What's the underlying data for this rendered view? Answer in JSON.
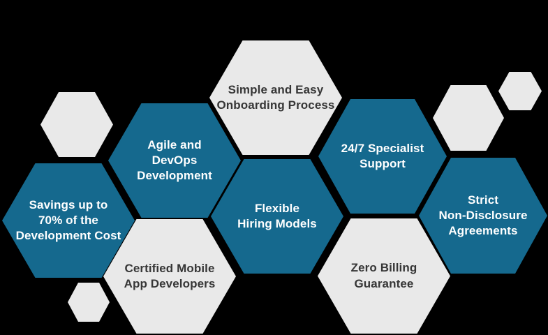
{
  "canvas": {
    "background": "#000000"
  },
  "colors": {
    "teal": "#15698e",
    "light": "#e9e9e9",
    "text_on_teal": "#ffffff",
    "text_on_light": "#363636"
  },
  "hexagons": [
    {
      "id": "savings",
      "variant": "teal",
      "label": "Savings up to\n70% of the\nDevelopment Cost"
    },
    {
      "id": "agile-devops",
      "variant": "teal",
      "label": "Agile and\nDevOps\nDevelopment"
    },
    {
      "id": "onboarding",
      "variant": "light",
      "label": "Simple and Easy\nOnboarding Process"
    },
    {
      "id": "flexible-hiring",
      "variant": "teal",
      "label": "Flexible\nHiring Models"
    },
    {
      "id": "specialist-support",
      "variant": "teal",
      "label": "24/7 Specialist\nSupport"
    },
    {
      "id": "nda",
      "variant": "teal",
      "label": "Strict\nNon-Disclosure\nAgreements"
    },
    {
      "id": "certified-developers",
      "variant": "light",
      "label": "Certified Mobile\nApp Developers"
    },
    {
      "id": "zero-billing",
      "variant": "light",
      "label": "Zero Billing\nGuarantee"
    }
  ]
}
